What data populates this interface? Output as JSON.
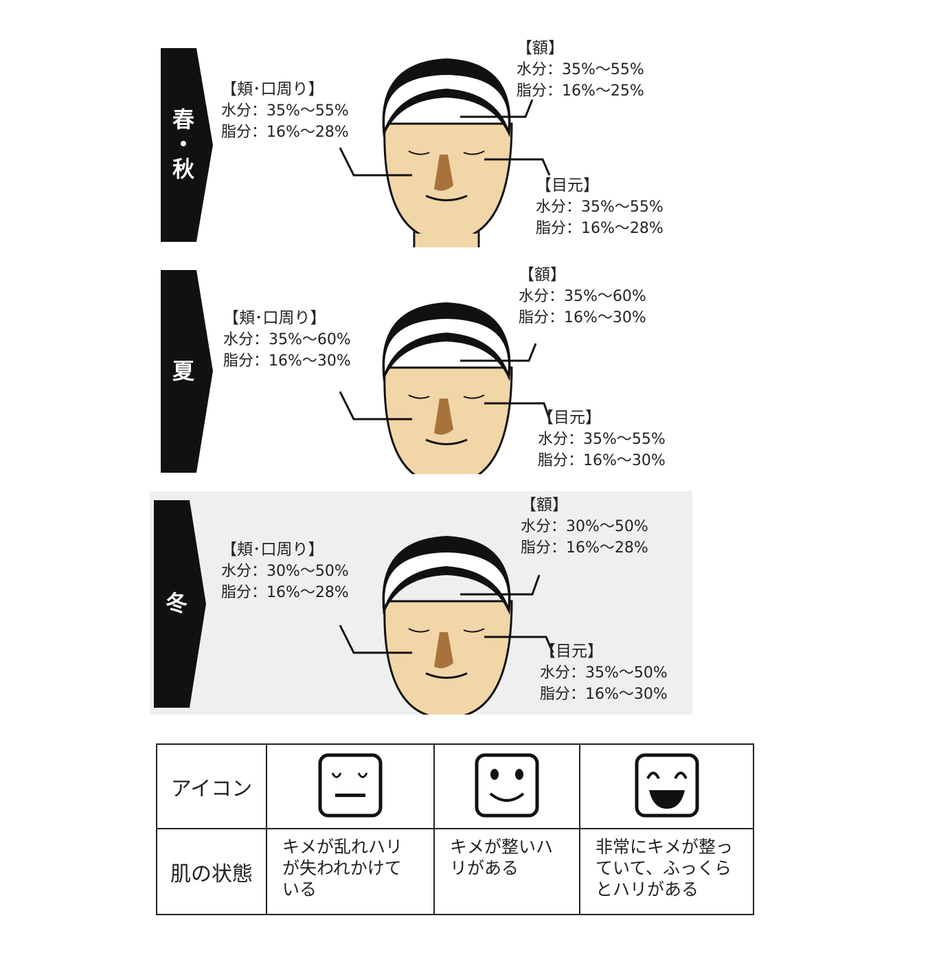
{
  "panels": [
    {
      "season": "春・秋",
      "forehead": {
        "title": "【額】",
        "water": "水分：35%〜55%",
        "oil": "脂分：16%〜25%"
      },
      "cheek": {
        "title": "【頬･口周り】",
        "water": "水分：35%〜55%",
        "oil": "脂分：16%〜28%"
      },
      "eye": {
        "title": "【目元】",
        "water": "水分：35%〜55%",
        "oil": "脂分：16%〜28%"
      }
    },
    {
      "season": "夏",
      "forehead": {
        "title": "【額】",
        "water": "水分：35%〜60%",
        "oil": "脂分：16%〜30%"
      },
      "cheek": {
        "title": "【頬･口周り】",
        "water": "水分：35%〜60%",
        "oil": "脂分：16%〜30%"
      },
      "eye": {
        "title": "【目元】",
        "water": "水分：35%〜55%",
        "oil": "脂分：16%〜30%"
      }
    },
    {
      "season": "冬",
      "forehead": {
        "title": "【額】",
        "water": "水分：30%〜50%",
        "oil": "脂分：16%〜28%"
      },
      "cheek": {
        "title": "【頬･口周り】",
        "water": "水分：30%〜50%",
        "oil": "脂分：16%〜28%"
      },
      "eye": {
        "title": "【目元】",
        "water": "水分：35%〜50%",
        "oil": "脂分：16%〜30%"
      }
    }
  ],
  "legend": {
    "icon_header": "アイコン",
    "state_header": "肌の状態",
    "states": [
      "キメが乱れハリが失われかけている",
      "キメが整いハリがある",
      "非常にキメが整っていて、ふっくらとハリがある"
    ],
    "icons": [
      "neutral-face-icon",
      "smile-face-icon",
      "laugh-face-icon"
    ]
  },
  "colors": {
    "skin": "#f1d6a8",
    "nose": "#a8733a",
    "banner": "#111111"
  }
}
